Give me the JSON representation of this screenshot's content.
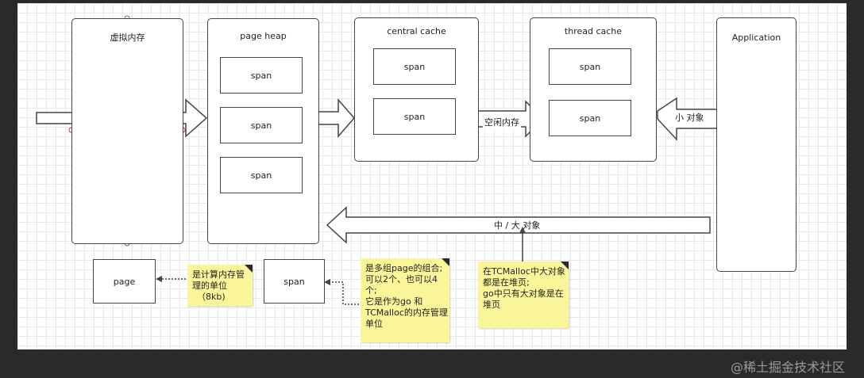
{
  "diagram": {
    "virtual_memory_label": "虚拟内存",
    "page_heap_label": "page heap",
    "central_cache_label": "central cache",
    "thread_cache_label": "thread cache",
    "application_label": "Application",
    "span_label": "span",
    "page_label": "page",
    "free_memory_label": "空闲内存",
    "small_object_label": "小 对象",
    "medium_large_object_label": "中 / 大 对象",
    "note_page": [
      "是计算内存管",
      "理的单位",
      "（8kb)"
    ],
    "note_span": [
      "是多组page的组合;",
      "可以2个、也可以4",
      "个;",
      "",
      "它是作为go 和",
      "TCMalloc的内存管理",
      "单位"
    ],
    "note_tcmalloc": [
      "在TCMalloc中大对象",
      "都是在堆页;",
      "",
      "go中只有大对象是在",
      "堆页"
    ]
  },
  "watermark": "@稀土掘金技术社区",
  "colors": {
    "note": "#fbf59a",
    "stroke": "#444444"
  }
}
